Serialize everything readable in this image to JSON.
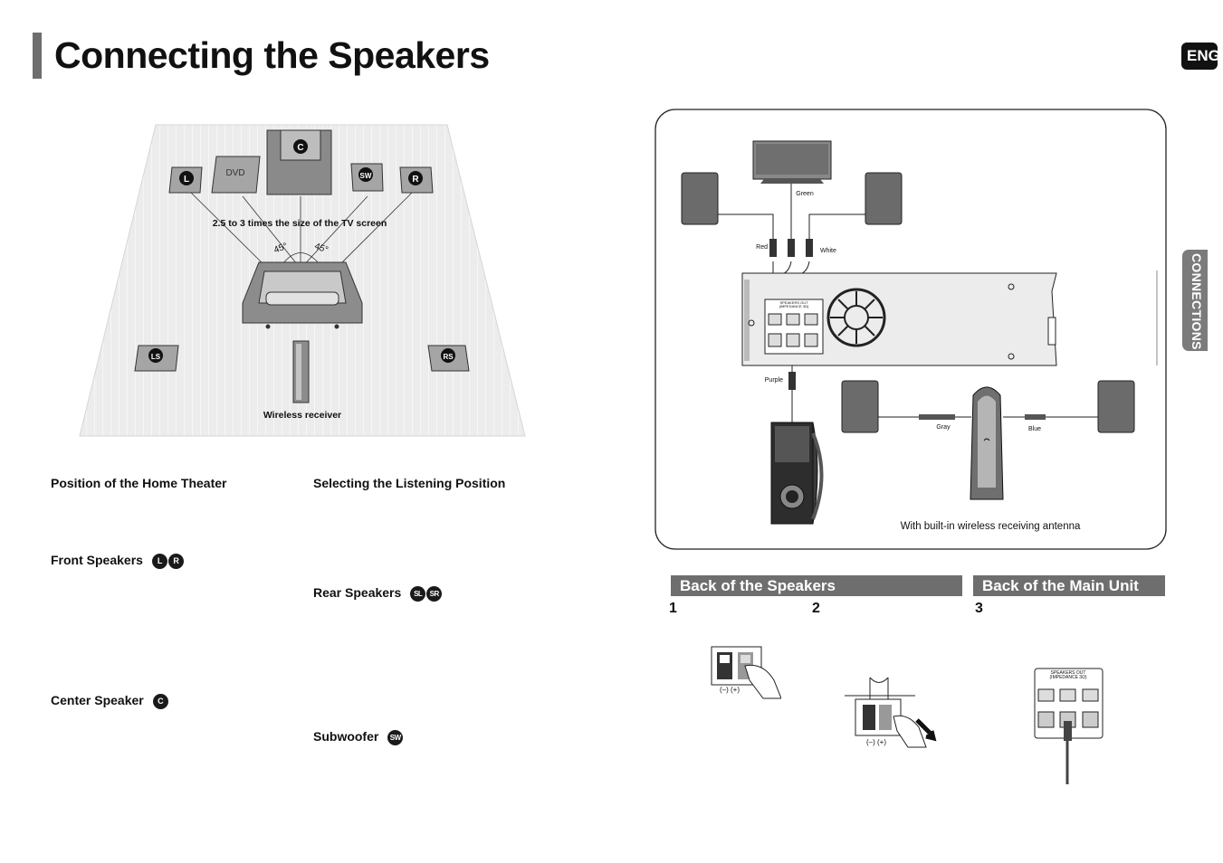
{
  "page": {
    "title": "Connecting the Speakers",
    "language_tab": "ENG",
    "side_tab": "CONNECTIONS"
  },
  "layout_diagram": {
    "center_badge": "C",
    "dvd_label": "DVD",
    "left_badge": "L",
    "sw_badge": "SW",
    "right_badge": "R",
    "distance_label": "2.5 to 3 times the size of the TV screen",
    "angle_left": "45°",
    "angle_right": "45°",
    "ls_badge": "LS",
    "rs_badge": "RS",
    "wireless_receiver_label": "Wireless receiver"
  },
  "sections": {
    "position_heading": "Position of the Home Theater",
    "listening_heading": "Selecting the Listening Position",
    "front_heading": "Front Speakers",
    "front_badges": [
      "L",
      "R"
    ],
    "rear_heading": "Rear Speakers",
    "rear_badges": [
      "SL",
      "SR"
    ],
    "center_heading": "Center Speaker",
    "center_badges": [
      "C"
    ],
    "subwoofer_heading": "Subwoofer",
    "subwoofer_badges": [
      "SW"
    ]
  },
  "connection_diagram": {
    "green_label": "Green",
    "red_label": "Red",
    "white_label": "White",
    "purple_label": "Purple",
    "gray_label": "Gray",
    "blue_label": "Blue",
    "antenna_caption": "With built-in wireless receiving antenna",
    "panel_title": "SPEAKERS OUT",
    "panel_impedance": "(IMPEDANCE 3Ω)"
  },
  "steps": {
    "back_speakers_label": "Back of the Speakers",
    "back_main_label": "Back of the Main Unit",
    "step1": "1",
    "step2": "2",
    "step3": "3",
    "terminal_labels": "(–)  (+)",
    "panel3_title": "SPEAKERS OUT",
    "panel3_impedance": "(IMPEDANCE 3Ω)"
  }
}
